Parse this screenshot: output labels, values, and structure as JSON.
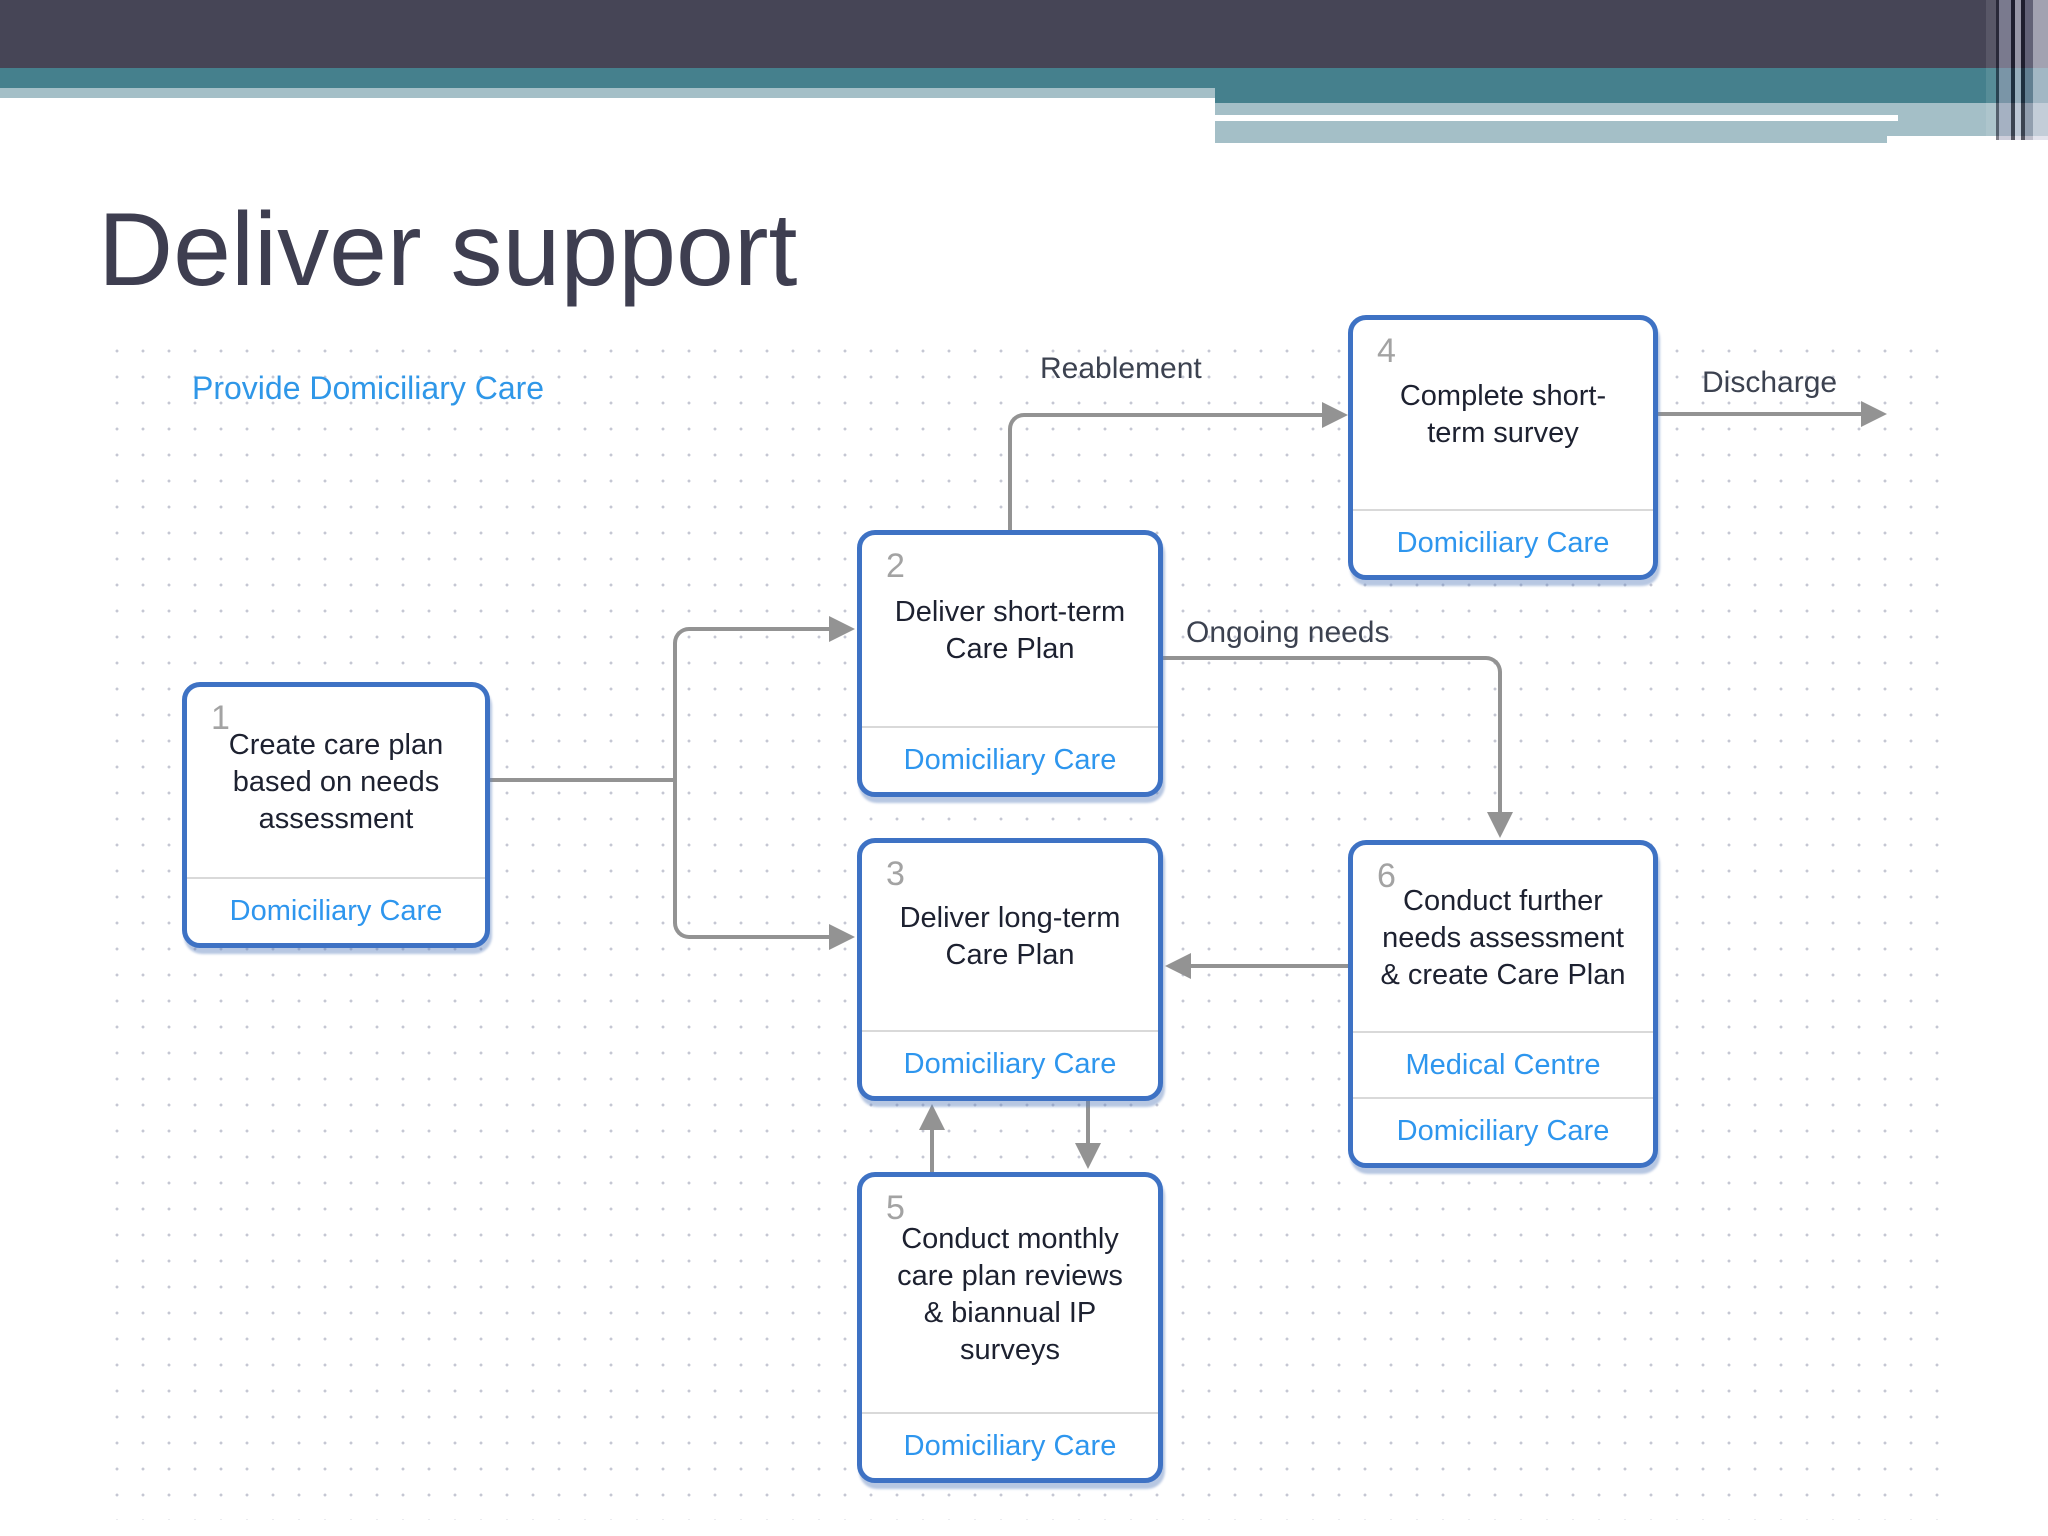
{
  "slide": {
    "title": "Deliver support",
    "subtitle": "Provide Domiciliary Care"
  },
  "diagram": {
    "boxes": [
      {
        "number": "1",
        "text": "Create care plan based on needs assessment",
        "footers": [
          "Domiciliary Care"
        ]
      },
      {
        "number": "2",
        "text": "Deliver short-term Care Plan",
        "footers": [
          "Domiciliary Care"
        ]
      },
      {
        "number": "3",
        "text": "Deliver long-term Care Plan",
        "footers": [
          "Domiciliary Care"
        ]
      },
      {
        "number": "4",
        "text": "Complete short-term survey",
        "footers": [
          "Domiciliary Care"
        ]
      },
      {
        "number": "5",
        "text": "Conduct monthly care plan reviews & biannual IP surveys",
        "footers": [
          "Domiciliary Care"
        ]
      },
      {
        "number": "6",
        "text": "Conduct further needs assessment & create Care Plan",
        "footers": [
          "Medical Centre",
          "Domiciliary Care"
        ]
      }
    ],
    "edges": {
      "reablement": {
        "label": "Reablement"
      },
      "ongoing": {
        "label": "Ongoing needs"
      },
      "discharge": {
        "label": "Discharge"
      }
    }
  },
  "colors": {
    "banner_dark": "#464556",
    "banner_teal": "#45808d",
    "banner_light": "#a4bfc7",
    "node_border_blue": "#3e72c4",
    "role_text_blue": "#2e96ee",
    "subtitle_blue": "#2f97e8",
    "arrow_gray": "#939393",
    "title_color": "#3e3e50"
  }
}
